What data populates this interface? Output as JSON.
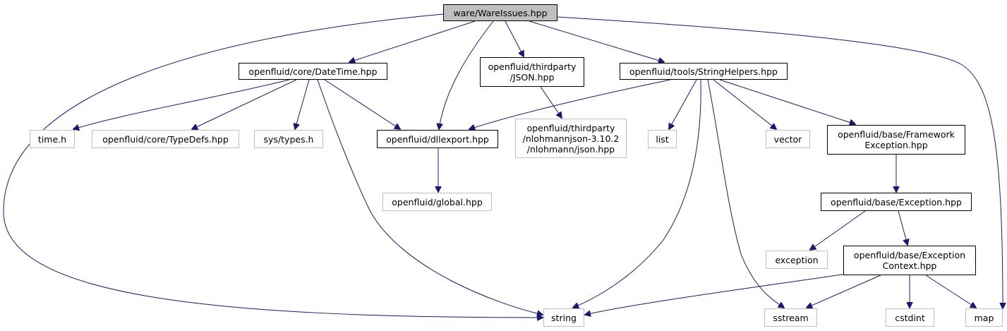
{
  "nodes": [
    {
      "id": "root",
      "label": "ware/WareIssues.hpp",
      "style": "root"
    },
    {
      "id": "datetime",
      "label": "openfluid/core/DateTime.hpp",
      "style": "normal"
    },
    {
      "id": "json",
      "label": "openfluid/thirdparty\n/JSON.hpp",
      "style": "normal"
    },
    {
      "id": "stringhelpers",
      "label": "openfluid/tools/StringHelpers.hpp",
      "style": "normal"
    },
    {
      "id": "timeh",
      "label": "time.h",
      "style": "external"
    },
    {
      "id": "typedefs",
      "label": "openfluid/core/TypeDefs.hpp",
      "style": "external"
    },
    {
      "id": "systypes",
      "label": "sys/types.h",
      "style": "external"
    },
    {
      "id": "dllexport",
      "label": "openfluid/dllexport.hpp",
      "style": "normal"
    },
    {
      "id": "nlohmann",
      "label": "openfluid/thirdparty\n/nlohmannjson-3.10.2\n/nlohmann/json.hpp",
      "style": "external"
    },
    {
      "id": "list",
      "label": "list",
      "style": "external"
    },
    {
      "id": "vector",
      "label": "vector",
      "style": "external"
    },
    {
      "id": "frameworkexc",
      "label": "openfluid/base/Framework\nException.hpp",
      "style": "normal"
    },
    {
      "id": "global",
      "label": "openfluid/global.hpp",
      "style": "external"
    },
    {
      "id": "exception_hpp",
      "label": "openfluid/base/Exception.hpp",
      "style": "normal"
    },
    {
      "id": "exception",
      "label": "exception",
      "style": "external"
    },
    {
      "id": "exccontext",
      "label": "openfluid/base/Exception\nContext.hpp",
      "style": "normal"
    },
    {
      "id": "string",
      "label": "string",
      "style": "external"
    },
    {
      "id": "sstream",
      "label": "sstream",
      "style": "external"
    },
    {
      "id": "cstdint",
      "label": "cstdint",
      "style": "external"
    },
    {
      "id": "map",
      "label": "map",
      "style": "external"
    }
  ],
  "edges": [
    [
      "root",
      "datetime"
    ],
    [
      "root",
      "dllexport"
    ],
    [
      "root",
      "json"
    ],
    [
      "root",
      "stringhelpers"
    ],
    [
      "root",
      "string"
    ],
    [
      "root",
      "map"
    ],
    [
      "datetime",
      "timeh"
    ],
    [
      "datetime",
      "typedefs"
    ],
    [
      "datetime",
      "systypes"
    ],
    [
      "datetime",
      "dllexport"
    ],
    [
      "datetime",
      "string"
    ],
    [
      "json",
      "nlohmann"
    ],
    [
      "stringhelpers",
      "dllexport"
    ],
    [
      "stringhelpers",
      "list"
    ],
    [
      "stringhelpers",
      "string"
    ],
    [
      "stringhelpers",
      "sstream"
    ],
    [
      "stringhelpers",
      "vector"
    ],
    [
      "stringhelpers",
      "frameworkexc"
    ],
    [
      "dllexport",
      "global"
    ],
    [
      "frameworkexc",
      "exception_hpp"
    ],
    [
      "exception_hpp",
      "exception"
    ],
    [
      "exception_hpp",
      "exccontext"
    ],
    [
      "exccontext",
      "string"
    ],
    [
      "exccontext",
      "sstream"
    ],
    [
      "exccontext",
      "cstdint"
    ],
    [
      "exccontext",
      "map"
    ]
  ],
  "colors": {
    "edge": "#191970",
    "node_border": "#000000",
    "external_border": "#bfbfbf",
    "root_fill": "#bfbfbf"
  }
}
